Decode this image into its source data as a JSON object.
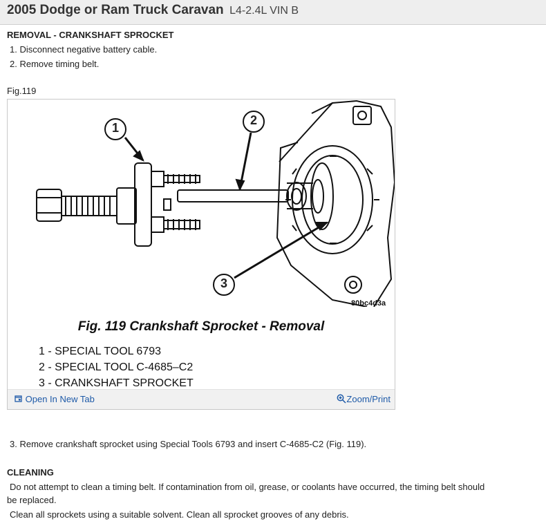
{
  "header": {
    "title": "2005 Dodge or Ram Truck Caravan",
    "subtitle": "L4-2.4L VIN B"
  },
  "removal": {
    "heading": "REMOVAL - CRANKSHAFT SPROCKET",
    "steps": [
      "1. Disconnect negative battery cable.",
      "2. Remove timing belt."
    ],
    "fig_label": "Fig.119"
  },
  "figure": {
    "id_code": "80bc4d3a",
    "caption": "Fig. 119 Crankshaft Sprocket - Removal",
    "callouts": [
      "1",
      "2",
      "3"
    ],
    "legend": [
      "1 - SPECIAL TOOL 6793",
      "2 - SPECIAL TOOL C-4685–C2",
      "3 - CRANKSHAFT SPROCKET"
    ],
    "open_label": "Open In New Tab",
    "zoom_label": "Zoom/Print"
  },
  "step3": "3. Remove crankshaft sprocket using Special Tools 6793 and insert C-4685-C2 (Fig. 119).",
  "cleaning": {
    "heading": "CLEANING",
    "line1": "Do not attempt to clean a timing belt. If contamination from oil, grease, or coolants have occurred, the timing belt should",
    "line2": "be replaced.",
    "line3": "Clean all sprockets using a suitable solvent. Clean all sprocket grooves of any debris."
  },
  "colors": {
    "link": "#1e5aa8",
    "header_bg": "#eeeeee"
  }
}
